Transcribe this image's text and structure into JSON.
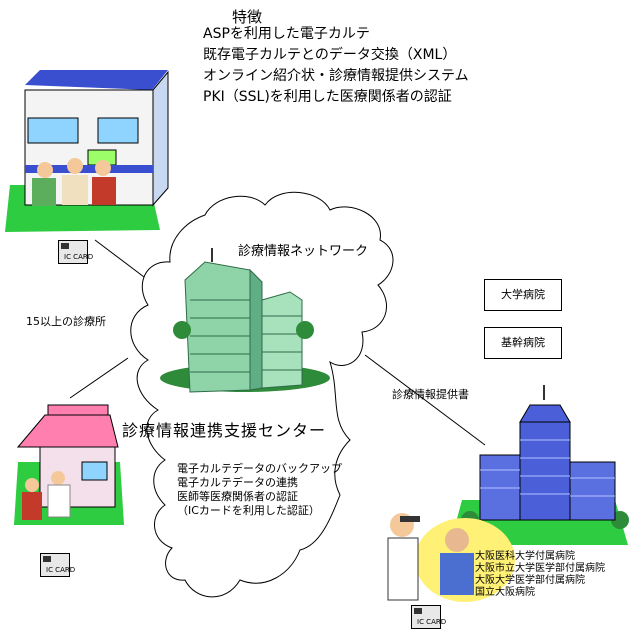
{
  "features": {
    "heading": "特徴",
    "items": [
      "ASPを利用した電子カルテ",
      "既存電子カルテとのデータ交換（XML）",
      "オンライン紹介状・診療情報提供システム",
      "PKI（SSL)を利用した医療関係者の認証"
    ]
  },
  "network_label": "診療情報ネットワーク",
  "clinics_label": "15以上の診療所",
  "center_title": "診療情報連携支援センター",
  "referral_label": "診療情報提供書",
  "boxes": [
    "大学病院",
    "基幹病院"
  ],
  "services": [
    "電子カルテデータのバックアップ",
    "電子カルテデータの連携",
    "医師等医療関係者の認証",
    "（ICカードを利用した認証）"
  ],
  "hospitals": [
    "大阪医科大学付属病院",
    "大阪市立大学医学部付属病院",
    "大阪大学医学部付属病院",
    "国立大阪病院"
  ],
  "ic_card_label": "IC CARD",
  "colors": {
    "building_blue": "#4a5fd8",
    "tower_green": "#8fd3a8",
    "roof_pink": "#ff7fae",
    "grass": "#2ecc40",
    "highlight_yellow": "#fff176"
  }
}
